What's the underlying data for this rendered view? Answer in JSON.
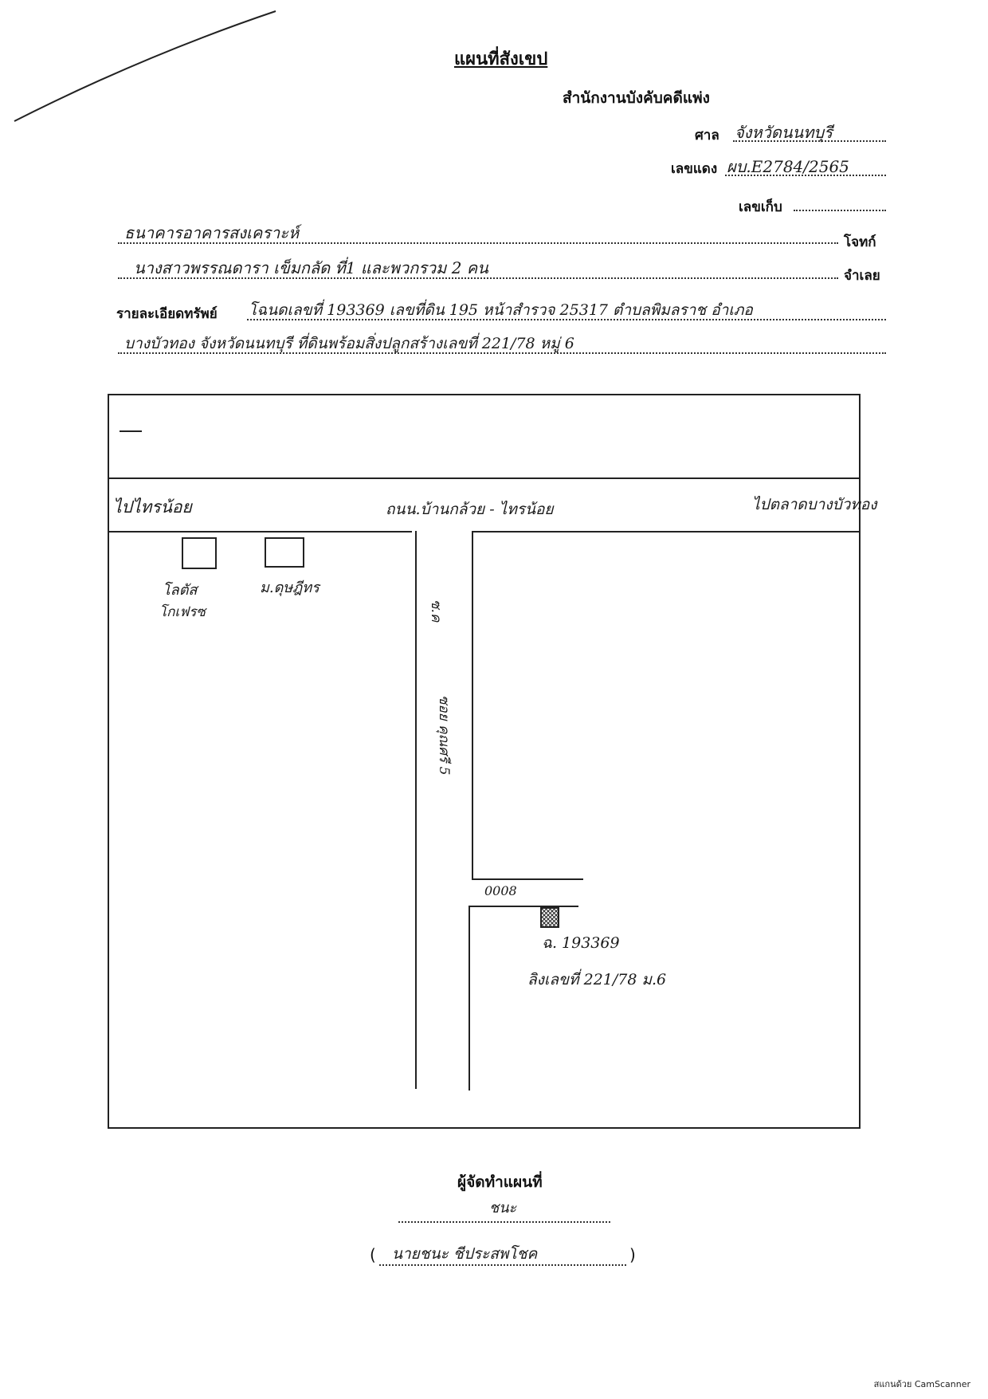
{
  "header": {
    "title": "แผนที่สังเขป",
    "office": "สำนักงานบังคับคดีแพ่ง",
    "court_label": "ศาล",
    "court_value": "จังหวัดนนทบุรี",
    "red_case_label": "เลขแดง",
    "red_case_value": "ผบ.E2784/2565",
    "keep_no_label": "เลขเก็บ"
  },
  "parties": {
    "plaintiff_value": "ธนาคารอาคารสงเคราะห์",
    "plaintiff_label": "โจทก์",
    "defendant_value": "นางสาวพรรณดารา  เข็มกลัด  ที่1  และพวกรวม 2 คน",
    "defendant_label": "จำเลย"
  },
  "property": {
    "label": "รายละเอียดทรัพย์",
    "line1": "โฉนดเลขที่ 193369  เลขที่ดิน 195  หน้าสำรวจ 25317  ตำบลพิมลราช  อำเภอ",
    "line2": "บางบัวทอง  จังหวัดนนทบุรี   ที่ดินพร้อมสิ่งปลูกสร้างเลขที่ 221/78  หมู่ 6"
  },
  "map": {
    "to_left": "ไปไทรน้อย",
    "main_road": "ถนน.บ้านกล้วย - ไทรน้อย",
    "to_right": "ไปตลาดบางบัวทอง",
    "shop1": "โลตัส",
    "shop1_sub": "โกเฟรซ",
    "shop2": "ม.ดุษฎีทร",
    "soi_vertical": "ซอย คุณศรี 5",
    "soi_side_mark": "ซ.ค",
    "lot_deed": "ฉ. 193369",
    "lot_house": "ลิงเลขที่ 221/78 ม.6",
    "alley_no": "0008"
  },
  "footer": {
    "maker_label": "ผู้จัดทำแผนที่",
    "signature": "ชนะ",
    "name_open": "(",
    "name_value": "นายชนะ  ชีประสพโชค",
    "name_close": ")"
  },
  "watermark": "สแกนด้วย CamScanner"
}
